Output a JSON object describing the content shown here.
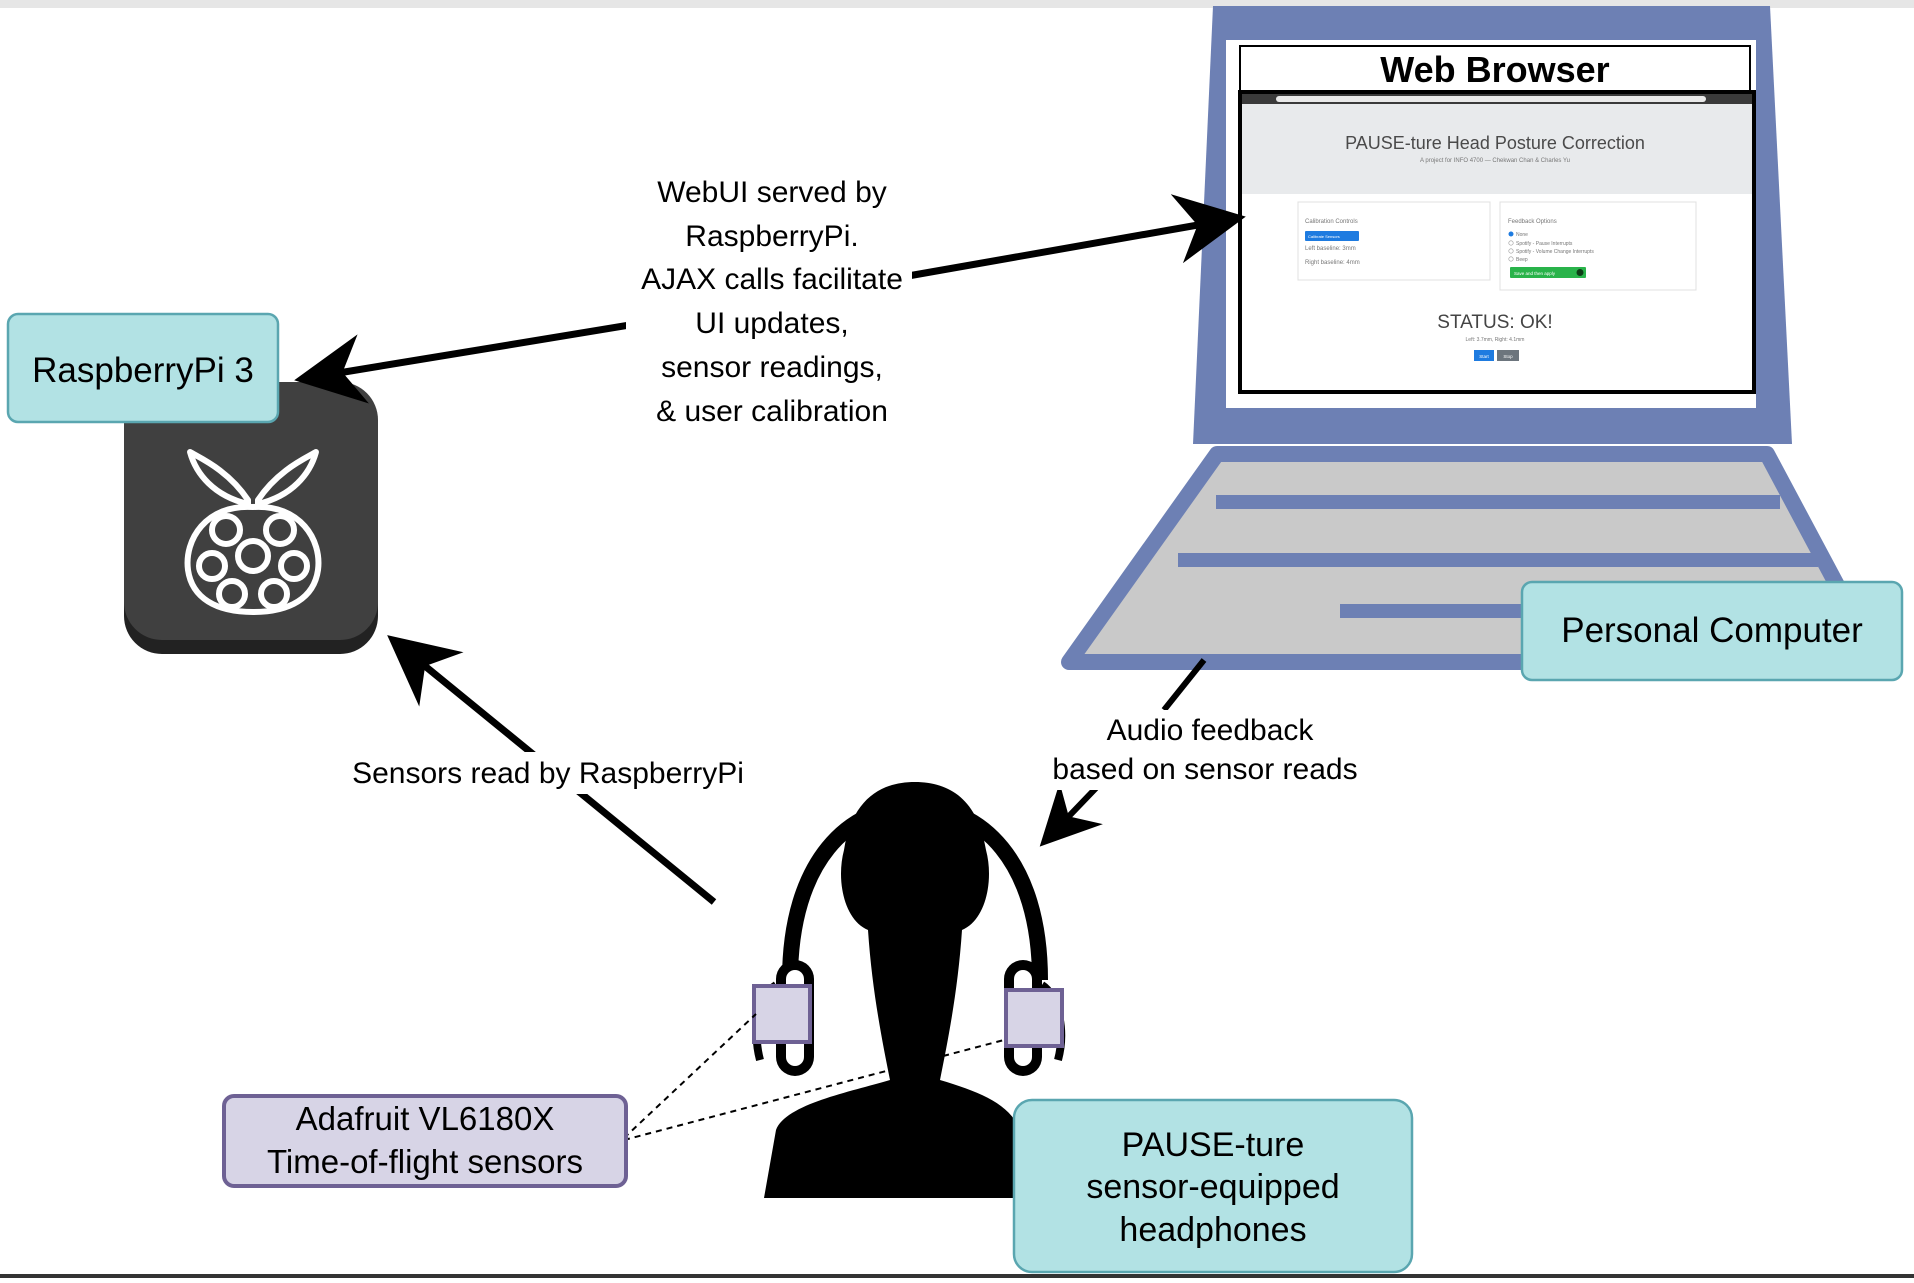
{
  "diagram": {
    "nodes": {
      "raspberry_pi": {
        "label": "RaspberryPi 3",
        "icon": "raspberry-pi-logo-icon"
      },
      "personal_computer": {
        "label": "Personal Computer",
        "icon": "laptop-icon"
      },
      "headphones": {
        "lines": [
          "PAUSE-ture",
          "sensor-equipped",
          "headphones"
        ],
        "icon": "person-headphones-icon"
      },
      "sensors": {
        "lines": [
          "Adafruit VL6180X",
          "Time-of-flight sensors"
        ]
      }
    },
    "browser": {
      "title": "Web Browser",
      "page_title": "PAUSE-ture Head Posture Correction",
      "page_subtitle": "A project for INFO 4700 — Chekwan Chan & Charles Yu",
      "calibration_header": "Calibration Controls",
      "calibrate_button": "Calibrate Sensors",
      "left_baseline": "Left baseline: 3mm",
      "right_baseline": "Right baseline: 4mm",
      "feedback_header": "Feedback Options",
      "option_none": "None",
      "option_pause": "Spotify - Pause Interrupts",
      "option_volume": "Spotify - Volume Change Interrupts",
      "option_beep": "Beep",
      "save_button": "Save and then apply",
      "status": "STATUS: OK!",
      "status_detail": "Left: 3.7mm, Right: 4.1mm",
      "start_button": "Start",
      "stop_button": "Stop"
    },
    "edges": {
      "webui": [
        "WebUI served by",
        "RaspberryPi.",
        "AJAX calls facilitate",
        "UI updates,",
        "sensor readings,",
        "& user calibration"
      ],
      "sensors_read": "Sensors read by RaspberryPi",
      "audio": [
        "Audio feedback",
        "based on sensor reads"
      ]
    }
  },
  "colors": {
    "bubble_fill": "#b2e2e4",
    "bubble_stroke": "#5aa6b0",
    "laptop_frame": "#6d80b4",
    "laptop_body": "#c9c9c9",
    "sensor_fill": "#d7d4e6",
    "sensor_stroke": "#6e6194",
    "pi_tile": "#404040"
  }
}
